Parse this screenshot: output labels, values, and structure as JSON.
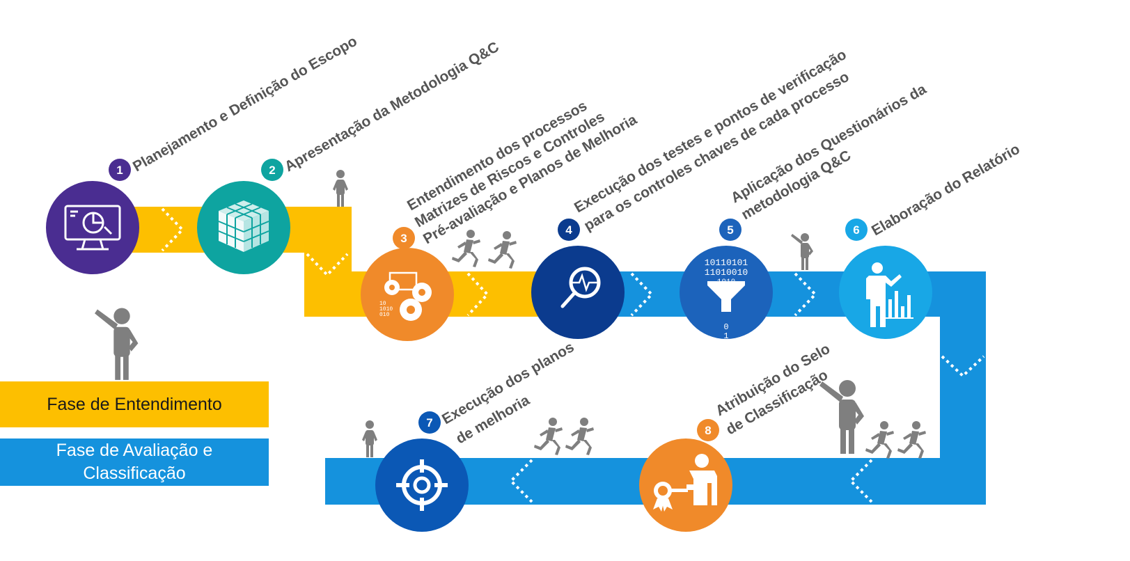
{
  "steps": [
    {
      "number": "1",
      "label_lines": [
        "Planejamento e Definição do Escopo"
      ],
      "icon": "monitor-chart-icon",
      "color": "#4A2D91"
    },
    {
      "number": "2",
      "label_lines": [
        "Apresentação da Metodologia Q&C"
      ],
      "icon": "cube-icon",
      "color": "#0EA4A0"
    },
    {
      "number": "3",
      "label_lines": [
        "Entendimento dos processos",
        "Matrizes de Riscos e Controles",
        "Pré-avaliação e Planos de Melhoria"
      ],
      "icon": "gears-icon",
      "color": "#F08A2A"
    },
    {
      "number": "4",
      "label_lines": [
        "Execução dos testes e pontos de verificação",
        "para os controles chaves de cada processo"
      ],
      "icon": "magnifier-icon",
      "color": "#0B3B8E"
    },
    {
      "number": "5",
      "label_lines": [
        "Aplicação dos Questionários da",
        "metodologia Q&C"
      ],
      "icon": "funnel-icon",
      "color": "#1C63BB"
    },
    {
      "number": "6",
      "label_lines": [
        "Elaboração do Relatório"
      ],
      "icon": "presenter-chart-icon",
      "color": "#18A7E6"
    },
    {
      "number": "7",
      "label_lines": [
        "Execução dos planos",
        "de melhoria"
      ],
      "icon": "target-icon",
      "color": "#0B58B5"
    },
    {
      "number": "8",
      "label_lines": [
        "Atribuição do Selo",
        "de Classificação"
      ],
      "icon": "award-icon",
      "color": "#F08A2A"
    }
  ],
  "funnel_bits": [
    "10110101",
    "11010010",
    "1010",
    "0",
    "1"
  ],
  "legend": {
    "understanding": {
      "label": "Fase de Entendimento",
      "color": "#FDBF00"
    },
    "evaluation": {
      "label_lines": [
        "Fase de Avaliação e",
        "Classificação"
      ],
      "color": "#1592DD"
    }
  },
  "colors": {
    "path_yellow": "#FDBF00",
    "path_blue": "#1592DD",
    "figure_gray": "#7F7F7F",
    "label_gray": "#555555"
  }
}
